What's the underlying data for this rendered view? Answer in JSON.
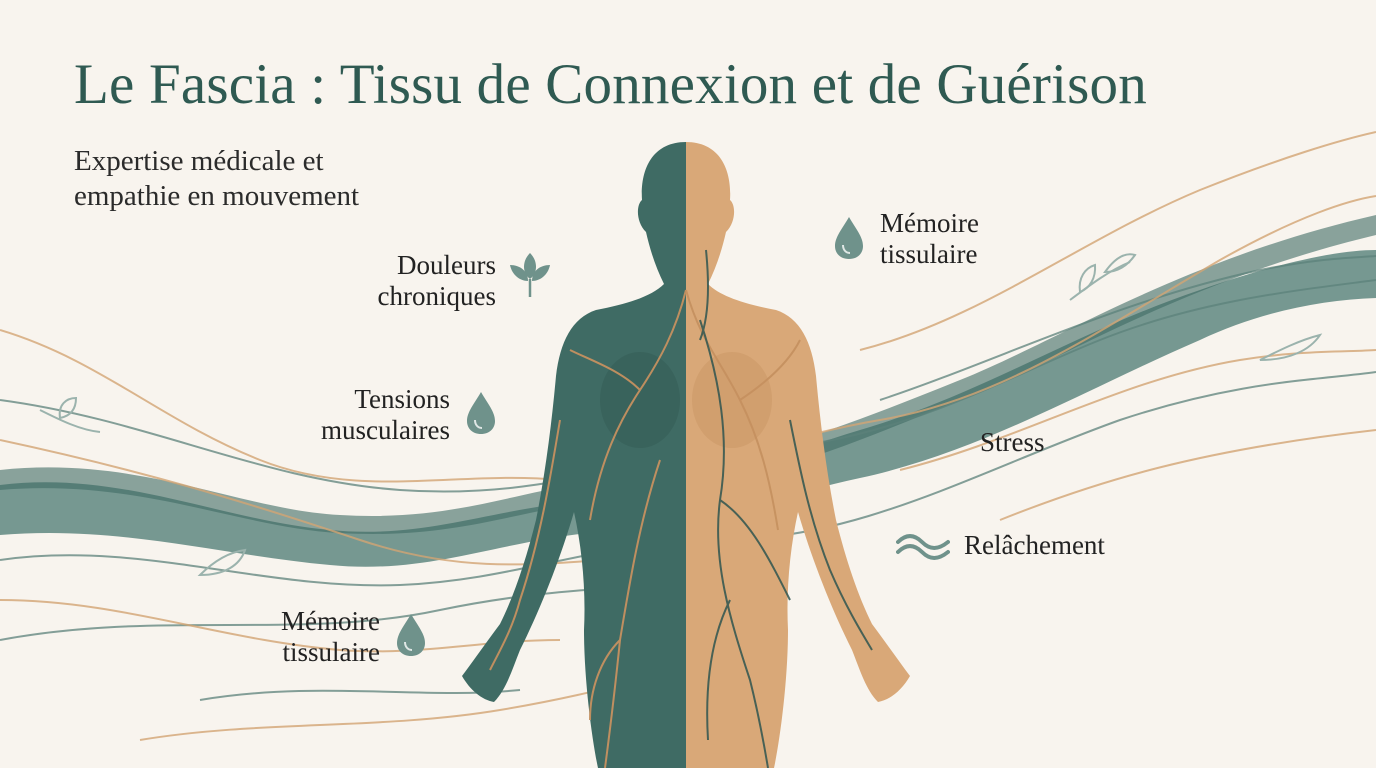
{
  "title": "Le Fascia : Tissu de Connexion et de Guérison",
  "subtitle_lines": [
    "Expertise médicale et",
    "empathie en mouvement"
  ],
  "labels": {
    "douleurs": [
      "Douleurs",
      "chroniques"
    ],
    "tensions": [
      "Tensions",
      "musculaires"
    ],
    "memoire_left": [
      "Mémoire",
      "tissulaire"
    ],
    "memoire_right": [
      "Mémoire",
      "tissulaire"
    ],
    "stress": "Stress",
    "relachement": "Relâchement"
  },
  "icons": {
    "douleurs": "leaf-sprout-icon",
    "tensions": "water-drop-icon",
    "memoire_left": "water-drop-icon",
    "memoire_right": "water-drop-icon",
    "relachement": "wave-lines-icon"
  },
  "colors": {
    "background": "#f8f4ee",
    "teal": "#3f6b64",
    "tan": "#d9a878",
    "title": "#2f5a52"
  }
}
